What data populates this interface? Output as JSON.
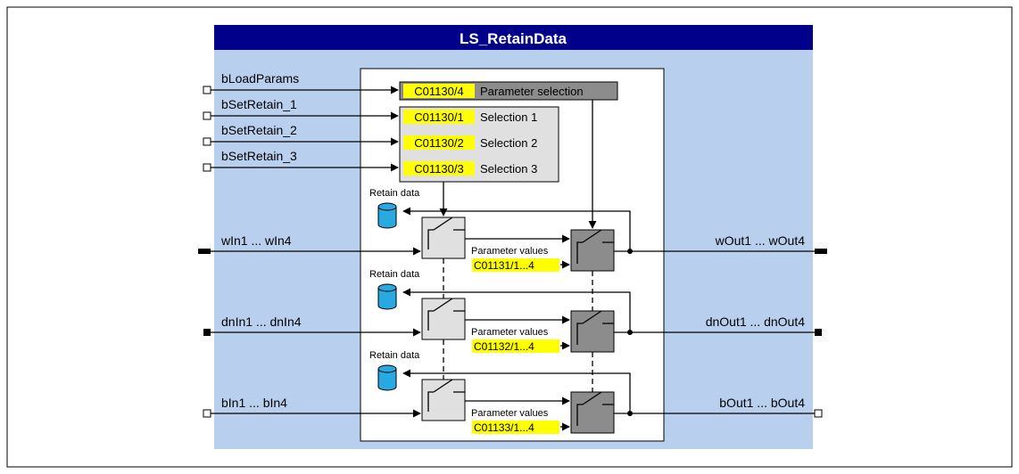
{
  "block": {
    "title": "LS_RetainData",
    "colors": {
      "title_bar": "#00008b",
      "body": "#b8cfee",
      "inner": "#ffffff",
      "highlight": "#ffff00",
      "switch_light": "#e0e0e0",
      "switch_dark": "#8c8c8c",
      "header_gray": "#8c8c8c",
      "cylinder": "#29a9e0"
    }
  },
  "inputs": {
    "bLoadParams": "bLoadParams",
    "bSetRetain_1": "bSetRetain_1",
    "bSetRetain_2": "bSetRetain_2",
    "bSetRetain_3": "bSetRetain_3",
    "w_in": "wIn1 ... wIn4",
    "dn_in": "dnIn1 ... dnIn4",
    "b_in": "bIn1 ... bIn4"
  },
  "outputs": {
    "w_out": "wOut1 ... wOut4",
    "dn_out": "dnOut1 ... dnOut4",
    "b_out": "bOut1 ... bOut4"
  },
  "selection": {
    "param_code": "C01130/4",
    "param_label": "Parameter selection",
    "rows": [
      {
        "code": "C01130/1",
        "label": "Selection 1"
      },
      {
        "code": "C01130/2",
        "label": "Selection 2"
      },
      {
        "code": "C01130/3",
        "label": "Selection 3"
      }
    ]
  },
  "channels": [
    {
      "retain_label": "Retain data",
      "param_label": "Parameter values",
      "param_code": "C01131/1...4"
    },
    {
      "retain_label": "Retain data",
      "param_label": "Parameter values",
      "param_code": "C01132/1...4"
    },
    {
      "retain_label": "Retain data",
      "param_label": "Parameter values",
      "param_code": "C01133/1...4"
    }
  ]
}
